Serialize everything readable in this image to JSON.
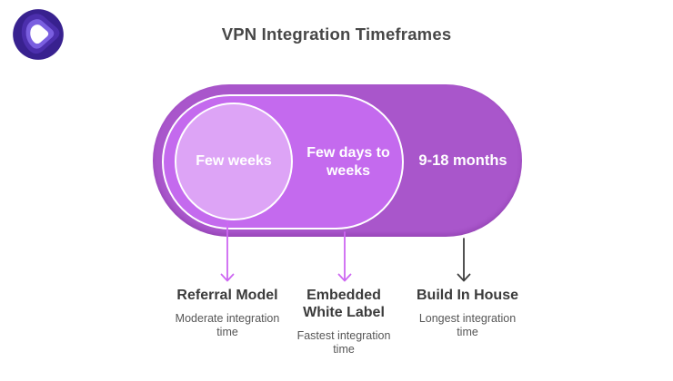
{
  "brand": {
    "icon": "vpn-pick-logo",
    "colors": {
      "ring_dark": "#38218f",
      "ring_mid": "#4c2fad",
      "ring_light": "#7a5fe0",
      "pick_center": "#ffffff"
    }
  },
  "title": "VPN Integration Timeframes",
  "diagram": {
    "type": "nested-capsule",
    "colors": {
      "outer_pill": "#a956cb",
      "middle_pill": "#c46aee",
      "inner_circle": "#dda4f6",
      "arrow_magenta": "#cd67f2",
      "arrow_dark": "#3f3f3f"
    },
    "rings": [
      {
        "timeframe": "Few weeks",
        "model": "Referral Model",
        "note": "Moderate integration time",
        "fill": "#dda4f6",
        "arrow_color": "#cd67f2"
      },
      {
        "timeframe": "Few days to weeks",
        "model": "Embedded White Label",
        "note": "Fastest integration time",
        "fill": "#c46aee",
        "arrow_color": "#cd67f2"
      },
      {
        "timeframe": "9-18 months",
        "model": "Build In House",
        "note": "Longest integration time",
        "fill": "#a956cb",
        "arrow_color": "#3f3f3f"
      }
    ]
  }
}
